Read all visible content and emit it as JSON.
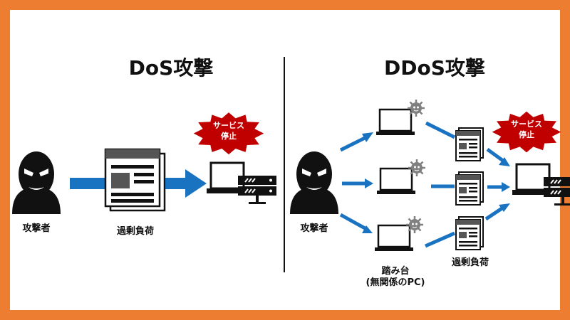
{
  "colors": {
    "frame": "#ec7d31",
    "arrow": "#1a73c0",
    "icon": "#111111",
    "burst": "#c00000",
    "virus": "#808080"
  },
  "dos": {
    "title": "DoS攻撃",
    "attacker_label": "攻撃者",
    "load_label": "過剰負荷",
    "stop_line1": "サービス",
    "stop_line2": "停止"
  },
  "ddos": {
    "title": "DDoS攻撃",
    "attacker_label": "攻撃者",
    "load_label": "過剰負荷",
    "stepping_stone_line1": "踏み台",
    "stepping_stone_line2": "(無関係のPC)",
    "stop_line1": "サービス",
    "stop_line2": "停止"
  },
  "icons": [
    "attacker-icon",
    "document-icon",
    "server-icon",
    "computer-icon",
    "virus-icon",
    "burst-icon",
    "arrow-icon"
  ]
}
